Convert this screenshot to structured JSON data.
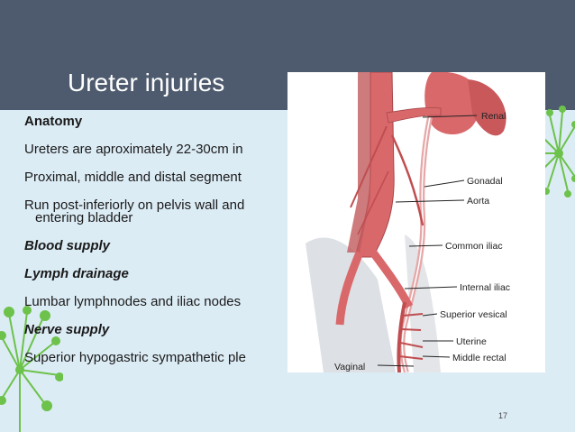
{
  "slide": {
    "title": "Ureter injuries",
    "page_number": "17",
    "lines": [
      {
        "text": "Anatomy",
        "style": "bold"
      },
      {
        "text": "Ureters are aproximately 22-30cm in",
        "style": "normal"
      },
      {
        "text": "Proximal, middle and distal segment",
        "style": "normal"
      },
      {
        "text": "Run post-inferiorly on pelvis wall and",
        "style": "normal"
      },
      {
        "text": "entering bladder",
        "style": "normal"
      },
      {
        "text": "Blood supply",
        "style": "bolditalic"
      },
      {
        "text": "Lymph drainage",
        "style": "bolditalic"
      },
      {
        "text": "Lumbar lymphnodes and iliac nodes",
        "style": "normal"
      },
      {
        "text": "Nerve supply",
        "style": "bolditalic"
      },
      {
        "text": "Superior hypogastric sympathetic ple",
        "style": "normal"
      }
    ]
  },
  "figure": {
    "labels": {
      "renal": "Renal",
      "gonadal": "Gonadal",
      "aorta": "Aorta",
      "common_iliac": "Common iliac",
      "internal_iliac": "Internal iliac",
      "superior_vesical": "Superior vesical",
      "uterine": "Uterine",
      "middle_rectal": "Middle rectal",
      "vaginal": "Vaginal"
    }
  },
  "colors": {
    "header": "#4e5b6e",
    "background": "#dcecf5",
    "accent_green": "#6cc24a",
    "artery": "#d9686b"
  }
}
